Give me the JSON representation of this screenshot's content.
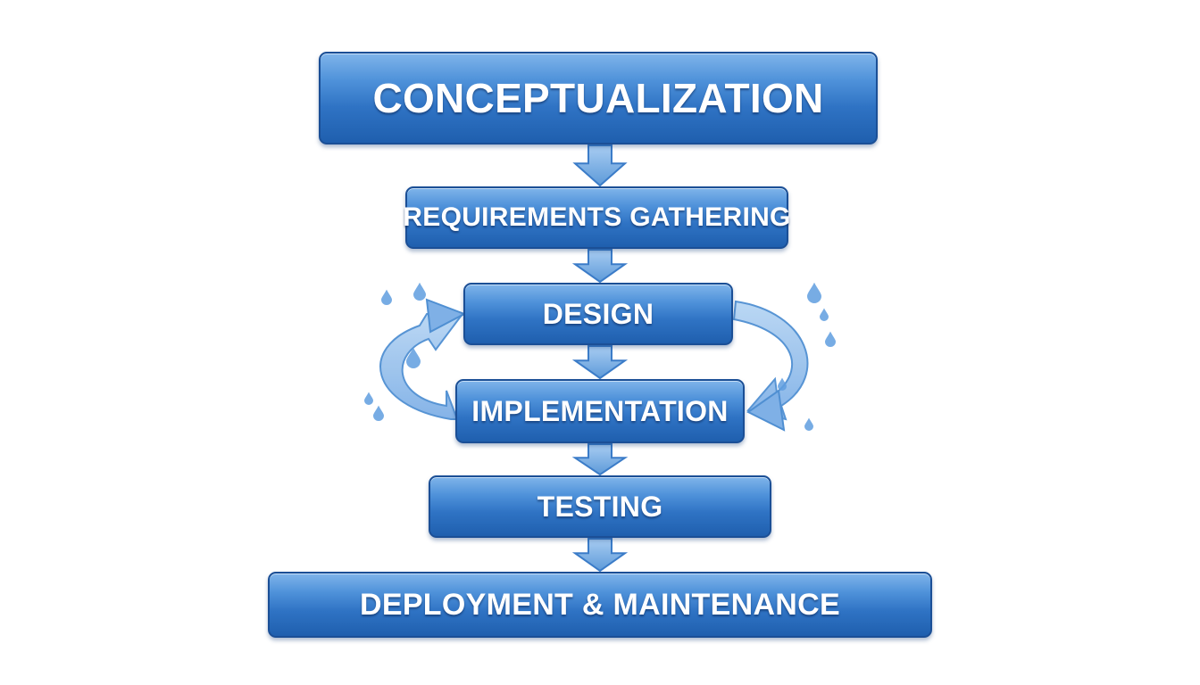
{
  "diagram": {
    "steps": [
      {
        "label": "CONCEPTUALIZATION"
      },
      {
        "label": "REQUIREMENTS GATHERING"
      },
      {
        "label": "DESIGN"
      },
      {
        "label": "IMPLEMENTATION"
      },
      {
        "label": "TESTING"
      },
      {
        "label": "DEPLOYMENT & MAINTENANCE"
      }
    ],
    "colors": {
      "box_top": "#7fb4ea",
      "box_bottom": "#1f5fae",
      "box_border": "#1b4f96",
      "arrow_fill": "#6ea6e0",
      "arrow_stroke": "#3b7cc8",
      "loop_arrow_fill": "#9cc4ee",
      "droplet": "#5f9ddf",
      "background": "#ffffff"
    }
  }
}
